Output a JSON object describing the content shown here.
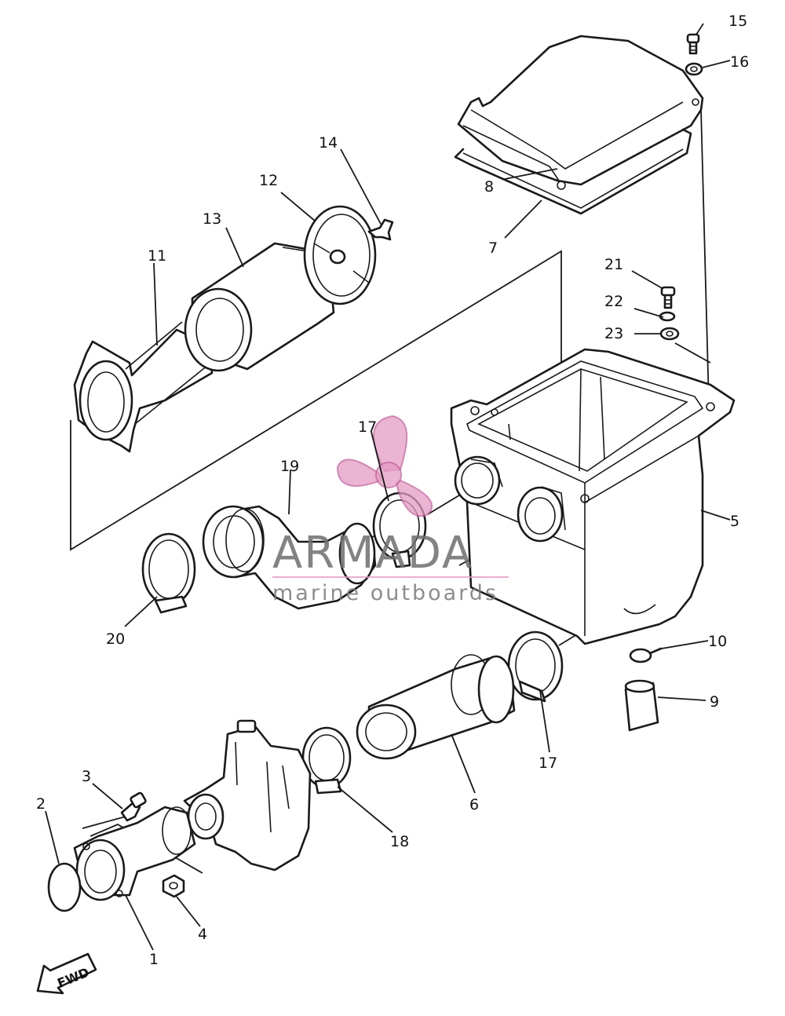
{
  "callouts": [
    {
      "id": "1",
      "text": "1"
    },
    {
      "id": "2",
      "text": "2"
    },
    {
      "id": "3",
      "text": "3"
    },
    {
      "id": "4",
      "text": "4"
    },
    {
      "id": "5",
      "text": "5"
    },
    {
      "id": "6",
      "text": "6"
    },
    {
      "id": "7",
      "text": "7"
    },
    {
      "id": "8",
      "text": "8"
    },
    {
      "id": "9",
      "text": "9"
    },
    {
      "id": "10",
      "text": "10"
    },
    {
      "id": "11",
      "text": "11"
    },
    {
      "id": "12",
      "text": "12"
    },
    {
      "id": "13",
      "text": "13"
    },
    {
      "id": "14",
      "text": "14"
    },
    {
      "id": "15",
      "text": "15"
    },
    {
      "id": "16",
      "text": "16"
    },
    {
      "id": "17a",
      "text": "17"
    },
    {
      "id": "17b",
      "text": "17"
    },
    {
      "id": "18",
      "text": "18"
    },
    {
      "id": "19",
      "text": "19"
    },
    {
      "id": "20",
      "text": "20"
    },
    {
      "id": "21",
      "text": "21"
    },
    {
      "id": "22",
      "text": "22"
    },
    {
      "id": "23",
      "text": "23"
    }
  ],
  "fwd_label": "FWD",
  "watermark": {
    "brand": "ARMADA",
    "tagline": "marine outboards",
    "logo_icon": "propeller-icon",
    "logo_color": "#e49bc4"
  }
}
